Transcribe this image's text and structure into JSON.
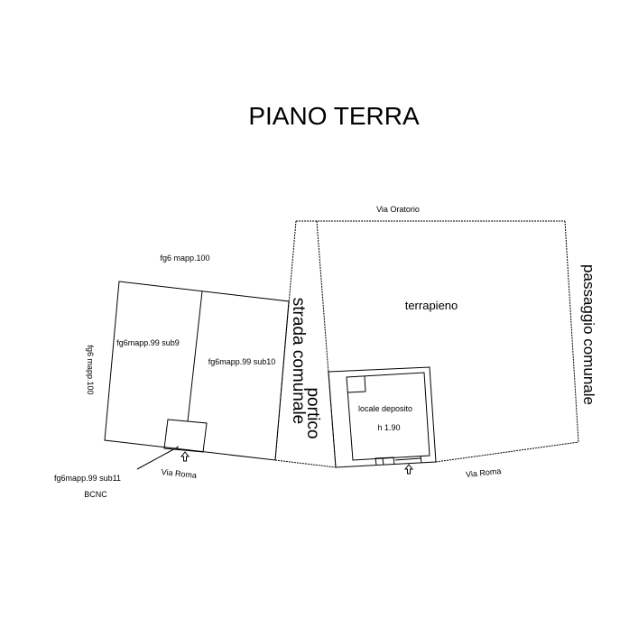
{
  "title": "PIANO TERRA",
  "labels": {
    "via_oratorio": "Via Oratorio",
    "north_neighbor": "fg6 mapp.100",
    "west_neighbor": "fg6 mapp.100",
    "sub9": "fg6mapp.99 sub9",
    "sub10": "fg6mapp.99 sub10",
    "sub11": "fg6mapp.99 sub11",
    "bcnc": "BCNC",
    "strada_comunale": "strada comunale",
    "portico": "portico",
    "terrapieno": "terrapieno",
    "passaggio_comunale": "passaggio comunale",
    "locale_deposito": "locale deposito",
    "height": "h 1.90",
    "via_roma_left": "Via Roma",
    "via_roma_right": "Via Roma"
  }
}
